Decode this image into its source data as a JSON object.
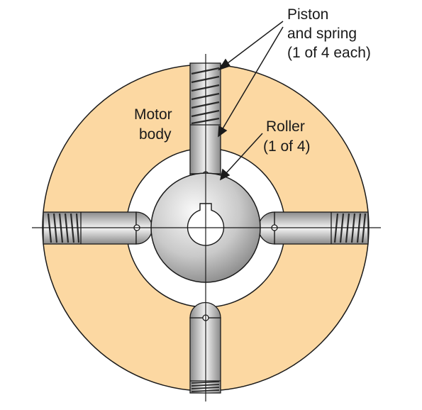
{
  "labels": {
    "piston_line1": "Piston",
    "piston_line2": "and spring",
    "piston_line3": "(1 of 4 each)",
    "motor_line1": "Motor",
    "motor_line2": "body",
    "roller_line1": "Roller",
    "roller_line2": "(1 of 4)"
  },
  "colors": {
    "motor_body": "#fcd8a2",
    "outline": "#1a1a1a",
    "metal_light": "#f2f2f2",
    "metal_dark": "#8f8f8f"
  }
}
